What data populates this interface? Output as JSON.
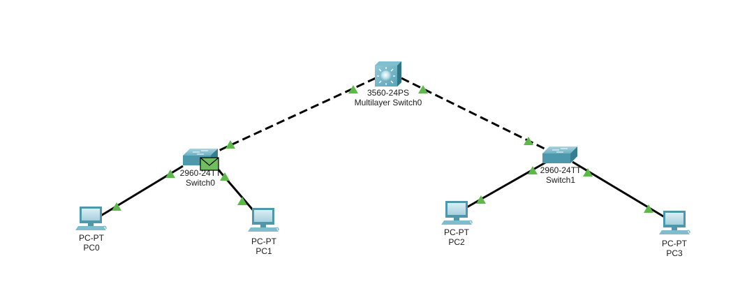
{
  "topology": {
    "devices": [
      {
        "id": "mls0",
        "type": "multilayer-switch",
        "model": "3560-24PS",
        "name": "Multilayer Switch0"
      },
      {
        "id": "sw0",
        "type": "switch",
        "model": "2960-24TT",
        "name": "Switch0"
      },
      {
        "id": "sw1",
        "type": "switch",
        "model": "2960-24TT",
        "name": "Switch1"
      },
      {
        "id": "pc0",
        "type": "pc",
        "model": "PC-PT",
        "name": "PC0"
      },
      {
        "id": "pc1",
        "type": "pc",
        "model": "PC-PT",
        "name": "PC1"
      },
      {
        "id": "pc2",
        "type": "pc",
        "model": "PC-PT",
        "name": "PC2"
      },
      {
        "id": "pc3",
        "type": "pc",
        "model": "PC-PT",
        "name": "PC3"
      }
    ],
    "links": [
      {
        "from": "mls0",
        "to": "sw0",
        "cable": "crossover",
        "from_status": "up",
        "to_status": "up"
      },
      {
        "from": "mls0",
        "to": "sw1",
        "cable": "crossover",
        "from_status": "up",
        "to_status": "up"
      },
      {
        "from": "sw0",
        "to": "pc0",
        "cable": "straight",
        "from_status": "up",
        "to_status": "up"
      },
      {
        "from": "sw0",
        "to": "pc1",
        "cable": "straight",
        "from_status": "up",
        "to_status": "up"
      },
      {
        "from": "sw1",
        "to": "pc2",
        "cable": "straight",
        "from_status": "up",
        "to_status": "up"
      },
      {
        "from": "sw1",
        "to": "pc3",
        "cable": "straight",
        "from_status": "up",
        "to_status": "up"
      }
    ],
    "pdu": {
      "at": "sw0",
      "icon": "envelope-icon"
    },
    "colors": {
      "link_up": "#5fb84a",
      "cable": "#000000",
      "device_teal": "#4a9bb0",
      "envelope": "#6fbf5e"
    }
  },
  "labels": {
    "mls0_model": "3560-24PS",
    "mls0_name": "Multilayer Switch0",
    "sw0_model": "2960-24TT",
    "sw0_name": "Switch0",
    "sw1_model": "2960-24TT",
    "sw1_name": "Switch1",
    "pc0_model": "PC-PT",
    "pc0_name": "PC0",
    "pc1_model": "PC-PT",
    "pc1_name": "PC1",
    "pc2_model": "PC-PT",
    "pc2_name": "PC2",
    "pc3_model": "PC-PT",
    "pc3_name": "PC3"
  }
}
